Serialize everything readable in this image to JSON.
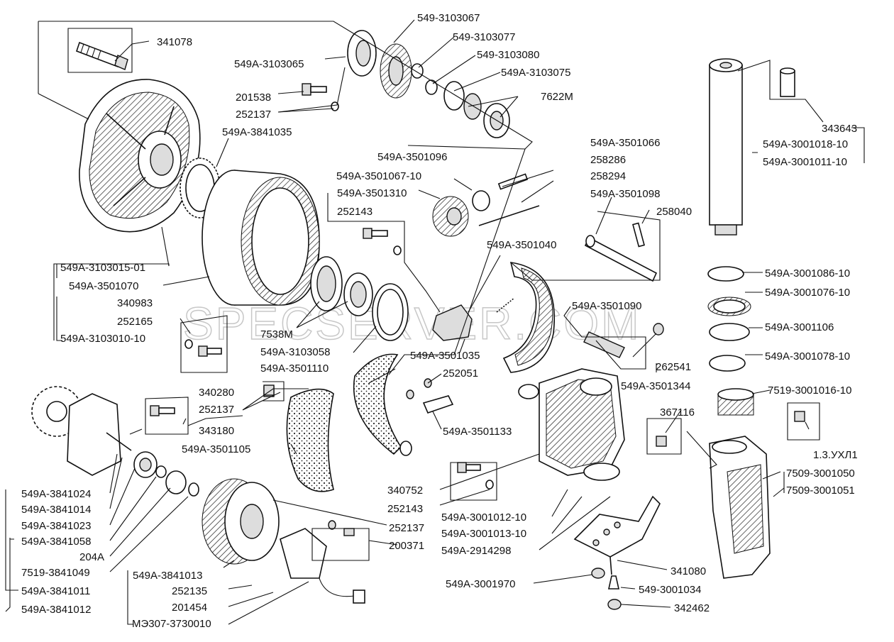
{
  "watermark": "SPECSERVER.COM",
  "labels": [
    "341078",
    "549-3103067",
    "549-3103077",
    "549-3103080",
    "549A-3103075",
    "549A-3103065",
    "201538",
    "252137",
    "7622M",
    "549A-3841035",
    "549A-3501066",
    "549A-3501096",
    "258286",
    "549A-3501067-10",
    "258294",
    "549A-3501310",
    "549A-3501098",
    "258040",
    "252143",
    "549A-3501040",
    "549A-3103015-01",
    "549A-3501070",
    "340983",
    "252165",
    "549A-3103010-10",
    "549A-3501090",
    "7538M",
    "549A-3103058",
    "549A-3501035",
    "262541",
    "549A-3501110",
    "252051",
    "549A-3501344",
    "340280",
    "252137",
    "343180",
    "549A-3501105",
    "549A-3501133",
    "367116",
    "1.3.УХЛ1",
    "343643",
    "549A-3001018-10",
    "549A-3001011-10",
    "549A-3001086-10",
    "549A-3001076-10",
    "549A-3001106",
    "549A-3001078-10",
    "7519-3001016-10",
    "7509-3001050",
    "7509-3001051",
    "549A-3841024",
    "549A-3841014",
    "549A-3841023",
    "549A-3841058",
    "204A",
    "7519-3841049",
    "549A-3841011",
    "549A-3841012",
    "340752",
    "252143",
    "549A-3001012-10",
    "549A-3001013-10",
    "549A-2914298",
    "252137",
    "200371",
    "549A-3841013",
    "252135",
    "201454",
    "МЭ307-3730010",
    "341080",
    "549A-3001970",
    "549-3001034",
    "342462"
  ]
}
